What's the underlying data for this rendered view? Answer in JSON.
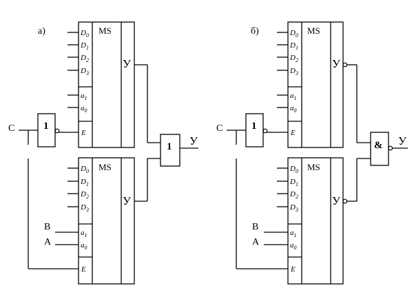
{
  "panels": {
    "a": {
      "label": "а)",
      "mux_top": {
        "title": "MS",
        "data_pins": [
          {
            "letter": "D",
            "sub": "0"
          },
          {
            "letter": "D",
            "sub": "1"
          },
          {
            "letter": "D",
            "sub": "2"
          },
          {
            "letter": "D",
            "sub": "3"
          }
        ],
        "addr_pins": [
          {
            "letter": "a",
            "sub": "1"
          },
          {
            "letter": "a",
            "sub": "0"
          }
        ],
        "enable": "E",
        "output": "У"
      },
      "mux_bottom": {
        "title": "MS",
        "data_pins": [
          {
            "letter": "D",
            "sub": "0"
          },
          {
            "letter": "D",
            "sub": "1"
          },
          {
            "letter": "D",
            "sub": "2"
          },
          {
            "letter": "D",
            "sub": "3"
          }
        ],
        "addr_pins": [
          {
            "letter": "a",
            "sub": "1"
          },
          {
            "letter": "a",
            "sub": "0"
          }
        ],
        "enable": "E",
        "output": "У"
      },
      "input_c": "C",
      "input_b": "B",
      "input_a": "A",
      "inverter_symbol": "1",
      "out_gate_symbol": "1",
      "final_output": "У"
    },
    "b": {
      "label": "б)",
      "mux_top": {
        "title": "MS",
        "data_pins": [
          {
            "letter": "D",
            "sub": "0"
          },
          {
            "letter": "D",
            "sub": "1"
          },
          {
            "letter": "D",
            "sub": "2"
          },
          {
            "letter": "D",
            "sub": "3"
          }
        ],
        "addr_pins": [
          {
            "letter": "a",
            "sub": "1"
          },
          {
            "letter": "a",
            "sub": "0"
          }
        ],
        "enable": "E",
        "output": "У"
      },
      "mux_bottom": {
        "title": "MS",
        "data_pins": [
          {
            "letter": "D",
            "sub": "0"
          },
          {
            "letter": "D",
            "sub": "1"
          },
          {
            "letter": "D",
            "sub": "2"
          },
          {
            "letter": "D",
            "sub": "3"
          }
        ],
        "addr_pins": [
          {
            "letter": "a",
            "sub": "1"
          },
          {
            "letter": "a",
            "sub": "0"
          }
        ],
        "enable": "E",
        "output": "У"
      },
      "input_c": "C",
      "input_b": "B",
      "input_a": "A",
      "inverter_symbol": "1",
      "out_gate_symbol": "&",
      "final_output": "У"
    }
  }
}
